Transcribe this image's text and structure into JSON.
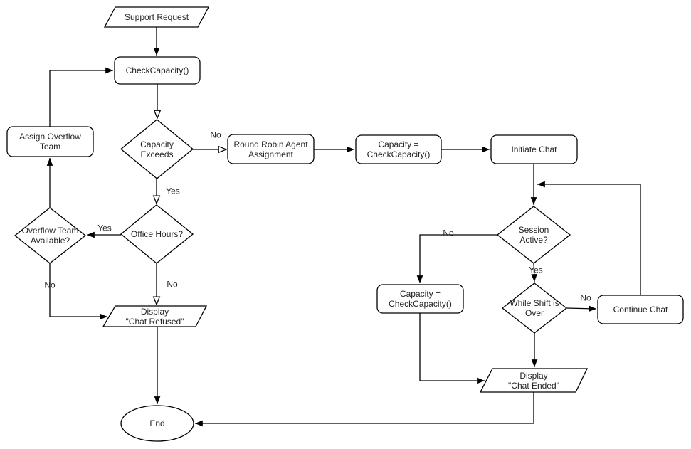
{
  "flowchart": {
    "nodes": {
      "support_request": {
        "label": "Support Request",
        "shape": "parallelogram"
      },
      "check_capacity": {
        "label": "CheckCapacity()",
        "shape": "rounded-rect"
      },
      "capacity_exceeds": {
        "label": "Capacity\nExceeds",
        "shape": "diamond"
      },
      "round_robin": {
        "label": "Round Robin Agent\nAssignment",
        "shape": "rounded-rect"
      },
      "capacity_check_top": {
        "label": "Capacity =\nCheckCapacity()",
        "shape": "rounded-rect"
      },
      "initiate_chat": {
        "label": "Initiate Chat",
        "shape": "rounded-rect"
      },
      "session_active": {
        "label": "Session\nActive?",
        "shape": "diamond"
      },
      "capacity_check_bottom": {
        "label": "Capacity =\nCheckCapacity()",
        "shape": "rounded-rect"
      },
      "while_shift_over": {
        "label": "While Shift is\nOver",
        "shape": "diamond"
      },
      "continue_chat": {
        "label": "Continue Chat",
        "shape": "rounded-rect"
      },
      "display_chat_ended": {
        "label": "Display\n\"Chat Ended\"",
        "shape": "parallelogram"
      },
      "office_hours": {
        "label": "Office Hours?",
        "shape": "diamond"
      },
      "overflow_team_available": {
        "label": "Overflow Team\nAvailable?",
        "shape": "diamond"
      },
      "assign_overflow_team": {
        "label": "Assign Overflow\nTeam",
        "shape": "rounded-rect"
      },
      "display_chat_refused": {
        "label": "Display\n\"Chat Refused\"",
        "shape": "parallelogram"
      },
      "end": {
        "label": "End",
        "shape": "ellipse"
      }
    },
    "edge_labels": {
      "capacity_exceeds_no": "No",
      "capacity_exceeds_yes": "Yes",
      "office_hours_yes": "Yes",
      "office_hours_no": "No",
      "overflow_team_no": "No",
      "session_active_no": "No",
      "session_active_yes": "Yes",
      "while_shift_no": "No"
    },
    "colors": {
      "stroke": "#000000",
      "text": "#232323",
      "background": "#ffffff"
    }
  }
}
